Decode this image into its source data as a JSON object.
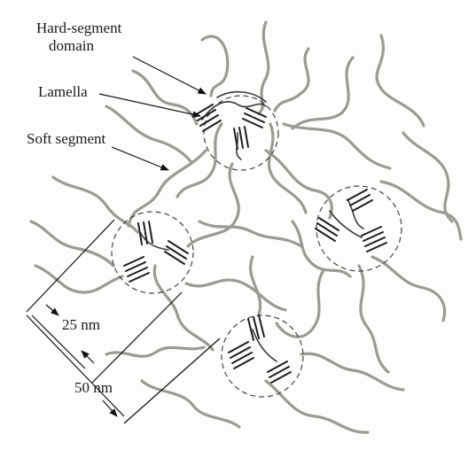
{
  "figure": {
    "labels": {
      "hard_segment_domain_line1": "Hard-segment",
      "hard_segment_domain_line2": "domain",
      "lamella": "Lamella",
      "soft_segment": "Soft segment",
      "dim_25": "25 nm",
      "dim_50": "50 nm"
    },
    "colors": {
      "soft_segment": "#9a9a96",
      "hard_segment": "#1e1e1e",
      "domain_outline": "#444444"
    },
    "domains": [
      "top-center",
      "left",
      "right",
      "bottom-center"
    ]
  }
}
